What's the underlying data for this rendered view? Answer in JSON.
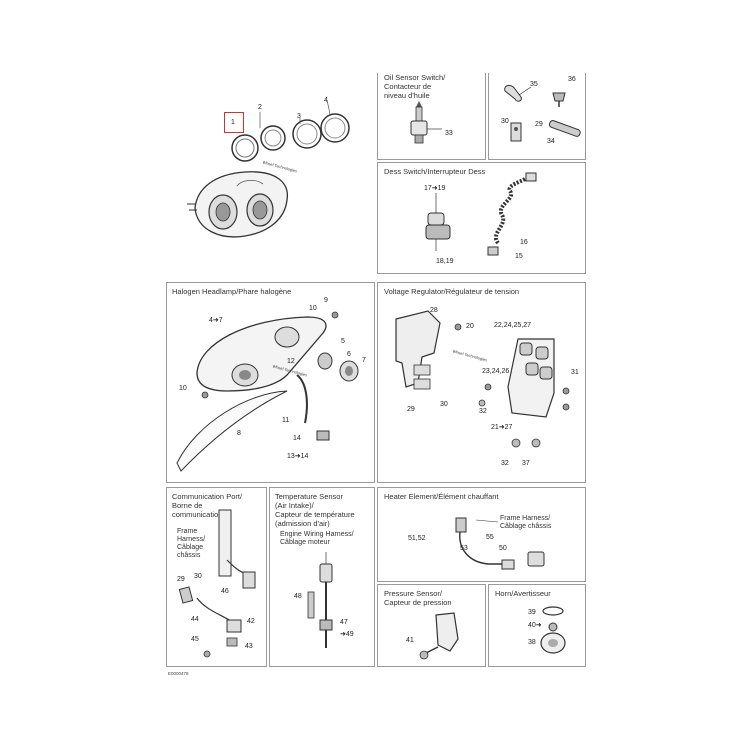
{
  "highlight_color": "#d9322e",
  "main_assembly": {
    "callouts": [
      "1",
      "2",
      "3",
      "4"
    ]
  },
  "oil_sensor": {
    "title": "Oil Sensor Switch/\nContacteur de\nniveau d'huile",
    "callouts": [
      "33"
    ]
  },
  "clip_panel": {
    "callouts": [
      "35",
      "36",
      "30",
      "29",
      "34"
    ]
  },
  "dess_switch": {
    "title": "Dess Switch/Interrupteur Dess",
    "callouts": [
      "17➜19",
      "18,19",
      "16",
      "15"
    ]
  },
  "halogen": {
    "title": "Halogen Headlamp/Phare halogène",
    "callouts": [
      "4➜7",
      "9",
      "10",
      "12",
      "5",
      "6",
      "7",
      "10",
      "11",
      "8",
      "14",
      "13➜14"
    ]
  },
  "voltage": {
    "title": "Voltage Regulator/Régulateur de tension",
    "callouts": [
      "28",
      "20",
      "22,24,25,27",
      "23,24,26",
      "31",
      "29",
      "30",
      "32",
      "21➜27",
      "32",
      "37"
    ]
  },
  "communication": {
    "title": "Communication Port/\nBorne de\ncommunication",
    "frame_label": "Frame\nHarness/\nCâblage\nchâssis",
    "callouts": [
      "29",
      "30",
      "46",
      "44",
      "42",
      "45",
      "43"
    ]
  },
  "temperature": {
    "title": "Temperature Sensor\n(Air Intake)/\nCapteur de température\n(admission d'air)",
    "engine_label": "Engine Wiring Harness/\nCâblage moteur",
    "callouts": [
      "48",
      "47",
      "➜49"
    ]
  },
  "heater": {
    "title": "Heater Element/Élément chauffant",
    "frame_label": "Frame Harness/\nCâblage châssis",
    "callouts": [
      "51,52",
      "53",
      "55",
      "50"
    ]
  },
  "pressure": {
    "title": "Pressure Sensor/\nCapteur de pression",
    "callouts": [
      "41"
    ]
  },
  "horn": {
    "title": "Horn/Avertisseur",
    "callouts": [
      "39",
      "40➜",
      "38"
    ]
  },
  "figure_code": "E0000478",
  "watermark": "Wheel Technologies"
}
